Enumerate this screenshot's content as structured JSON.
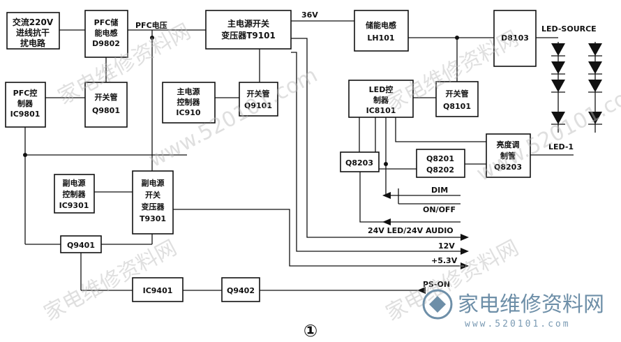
{
  "blocks": {
    "ac_input": [
      "交流220V",
      "进线抗干",
      "扰电路"
    ],
    "pfc_inductor": [
      "PFC储",
      "能电感",
      "D9802"
    ],
    "main_transformer": [
      "主电源开关",
      "变压器T9101"
    ],
    "storage_inductor": [
      "储能电感",
      "LH101"
    ],
    "d8103": [
      "D8103"
    ],
    "pfc_controller": [
      "PFC控",
      "制器",
      "IC9801"
    ],
    "q9801": [
      "开关管",
      "Q9801"
    ],
    "main_controller": [
      "主电源",
      "控制器",
      "IC910"
    ],
    "q9101": [
      "开关管",
      "Q9101"
    ],
    "led_controller": [
      "LED控",
      "制器",
      "IC8101"
    ],
    "q8101": [
      "开关管",
      "Q8101"
    ],
    "brightness": [
      "亮度调",
      "制管",
      "Q8203"
    ],
    "q8203_small": [
      "Q8203"
    ],
    "q8201": [
      "Q8201",
      "Q8202"
    ],
    "sub_controller": [
      "副电源",
      "控制器",
      "IC9301"
    ],
    "sub_transformer": [
      "副电源",
      "开关",
      "变压器",
      "T9301"
    ],
    "q9401": [
      "Q9401"
    ],
    "ic9401": [
      "IC9401"
    ],
    "q9402": [
      "Q9402"
    ]
  },
  "labels": {
    "pfc_voltage": "PFC电压",
    "v36": "36V",
    "led_source": "LED-SOURCE",
    "led_1": "LED-1",
    "dim": "DIM",
    "on_off": "ON/OFF",
    "led_audio": "24V LED/24V AUDIO",
    "v12": "12V",
    "v53": "+5.3V",
    "ps_on": "PS-ON",
    "figure_number": "①"
  },
  "watermark": {
    "text": "家电维修资料网",
    "url": "www.520101.com",
    "logo_text": "家电维修资料网",
    "logo_url": "www.520101.com"
  }
}
